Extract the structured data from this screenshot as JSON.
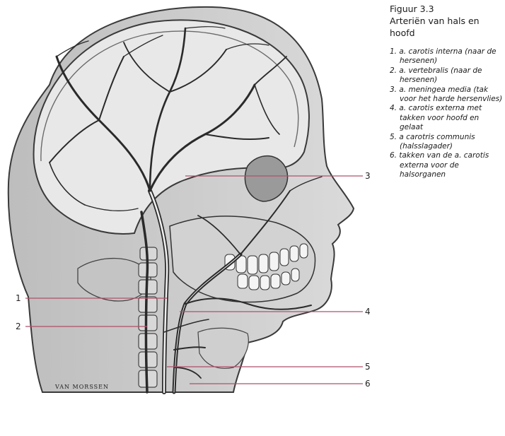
{
  "caption": {
    "figure_number": "Figuur 3.3",
    "title_lines": [
      "Arteriën van hals en",
      "hoofd"
    ]
  },
  "legend": [
    {
      "n": "1.",
      "text": "a. carotis interna (naar de hersenen)"
    },
    {
      "n": "2.",
      "text": "a. vertebralis (naar de hersenen)"
    },
    {
      "n": "3.",
      "text": "a. meningea media (tak voor het harde hersenvlies)"
    },
    {
      "n": "4.",
      "text": "a. carotis externa met takken voor hoofd en gelaat"
    },
    {
      "n": "5.",
      "text": "a carotris communis (halsslagader)"
    },
    {
      "n": "6.",
      "text": "takken van de a. carotis externa voor de halsorganen"
    }
  ],
  "callouts": {
    "c1": "1",
    "c2": "2",
    "c3": "3",
    "c4": "4",
    "c5": "5",
    "c6": "6"
  },
  "signature": "VAN MORSSEN",
  "colors": {
    "leader_line": "#b0506a",
    "ink": "#2a2a2a",
    "shade": "#c9c9c9"
  }
}
